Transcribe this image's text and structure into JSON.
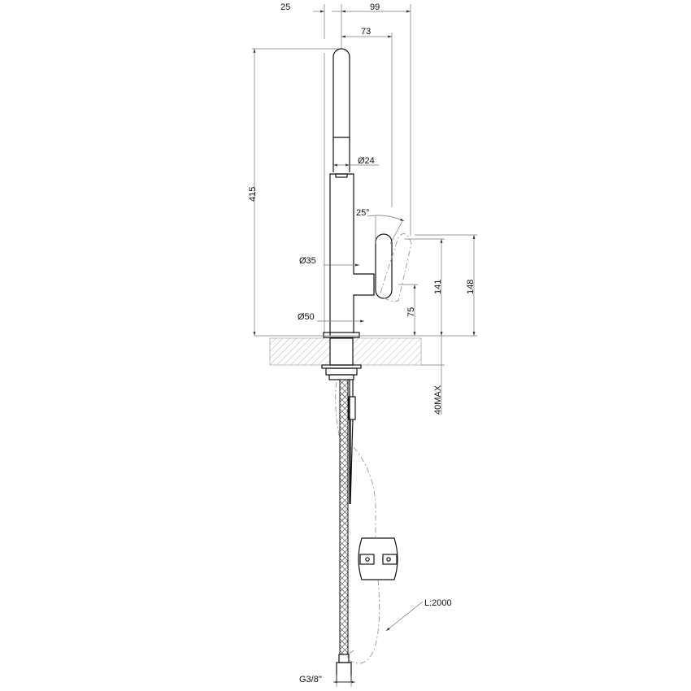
{
  "dimensions": {
    "offset_left": "25",
    "reach_total": "99",
    "reach_spout": "73",
    "height_total": "415",
    "spout_diameter": "Ø24",
    "body_diameter": "Ø35",
    "base_diameter": "Ø50",
    "handle_angle": "25°",
    "handle_height_max": "148",
    "handle_height": "141",
    "handle_low": "75",
    "deck_thickness": "40MAX",
    "hose_length": "L:2000",
    "connection": "G3/8\""
  },
  "colors": {
    "line": "#111111",
    "dimension": "#777777",
    "hatch": "#999999"
  }
}
